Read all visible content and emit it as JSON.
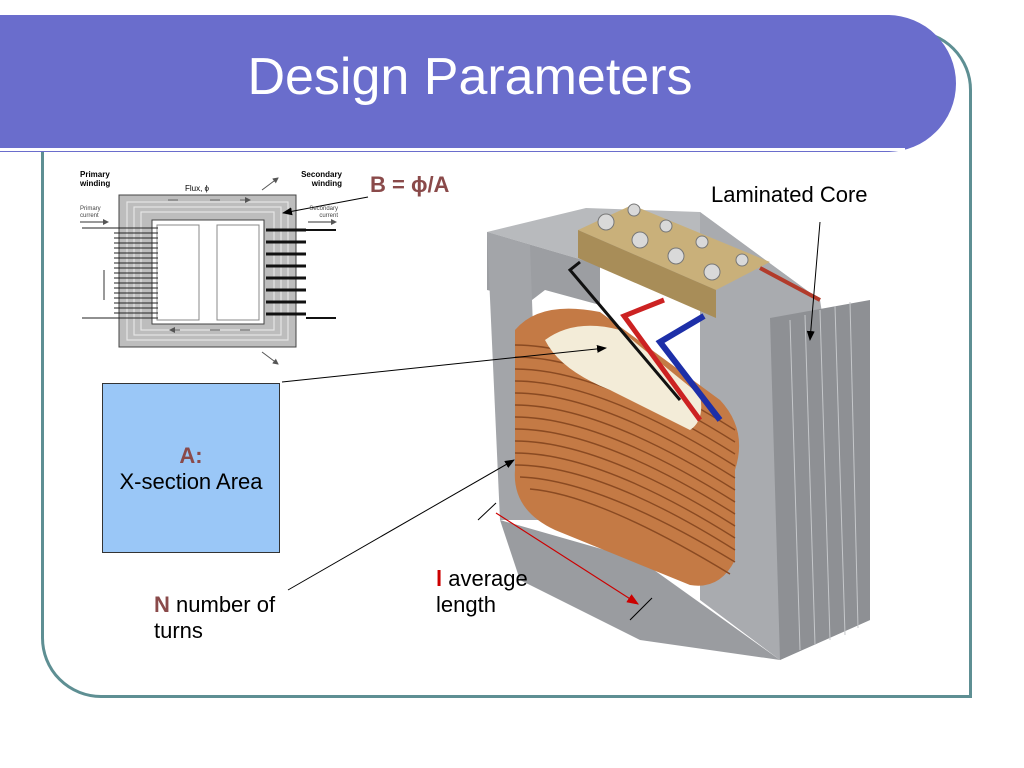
{
  "slide": {
    "title": "Design Parameters"
  },
  "labels": {
    "flux_density": "B = ϕ/A",
    "laminated_core": "Laminated Core",
    "area_symbol": "A:",
    "area_text": "X-section Area",
    "turns_symbol": "N",
    "turns_text": "number of",
    "turns_text2": "turns",
    "length_symbol": "l",
    "length_text": "average",
    "length_text2": "length"
  },
  "schematic": {
    "primary_winding": "Primary winding",
    "secondary_winding": "Secondary winding",
    "flux": "Flux, ϕ",
    "primary_current": "Primary current",
    "secondary_current": "Secondary current"
  },
  "colors": {
    "title_bar": "#6a6dcc",
    "frame": "#5e8f93",
    "box_a": "#9ac7f7",
    "accent": "#8a4a4a",
    "copper": "#c47a45",
    "core": "#a7a9ac"
  }
}
